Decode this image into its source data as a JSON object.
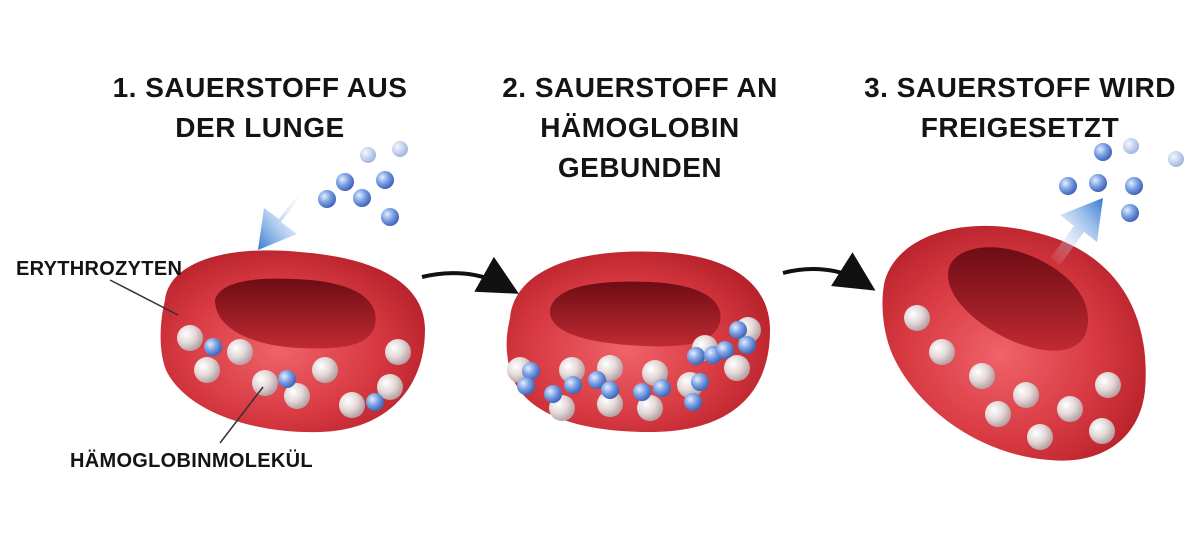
{
  "steps": [
    {
      "title_line1": "1. SAUERSTOFF AUS",
      "title_line2": "DER LUNGE",
      "title_line3": ""
    },
    {
      "title_line1": "2. SAUERSTOFF AN",
      "title_line2": "HÄMOGLOBIN",
      "title_line3": "GEBUNDEN"
    },
    {
      "title_line1": "3. SAUERSTOFF WIRD",
      "title_line2": "FREIGESETZT",
      "title_line3": ""
    }
  ],
  "labels": {
    "erythrocyte": "ERYTHROZYTEN",
    "hemoglobin": "HÄMOGLOBINMOLEKÜL"
  },
  "colors": {
    "cell_red": "#d6323b",
    "cell_dark": "#9e1620",
    "oxygen_blue": "#5b86d6",
    "hemoglobin_grey": "#d9cccc",
    "arrow_blue": "#3a7fd0"
  }
}
